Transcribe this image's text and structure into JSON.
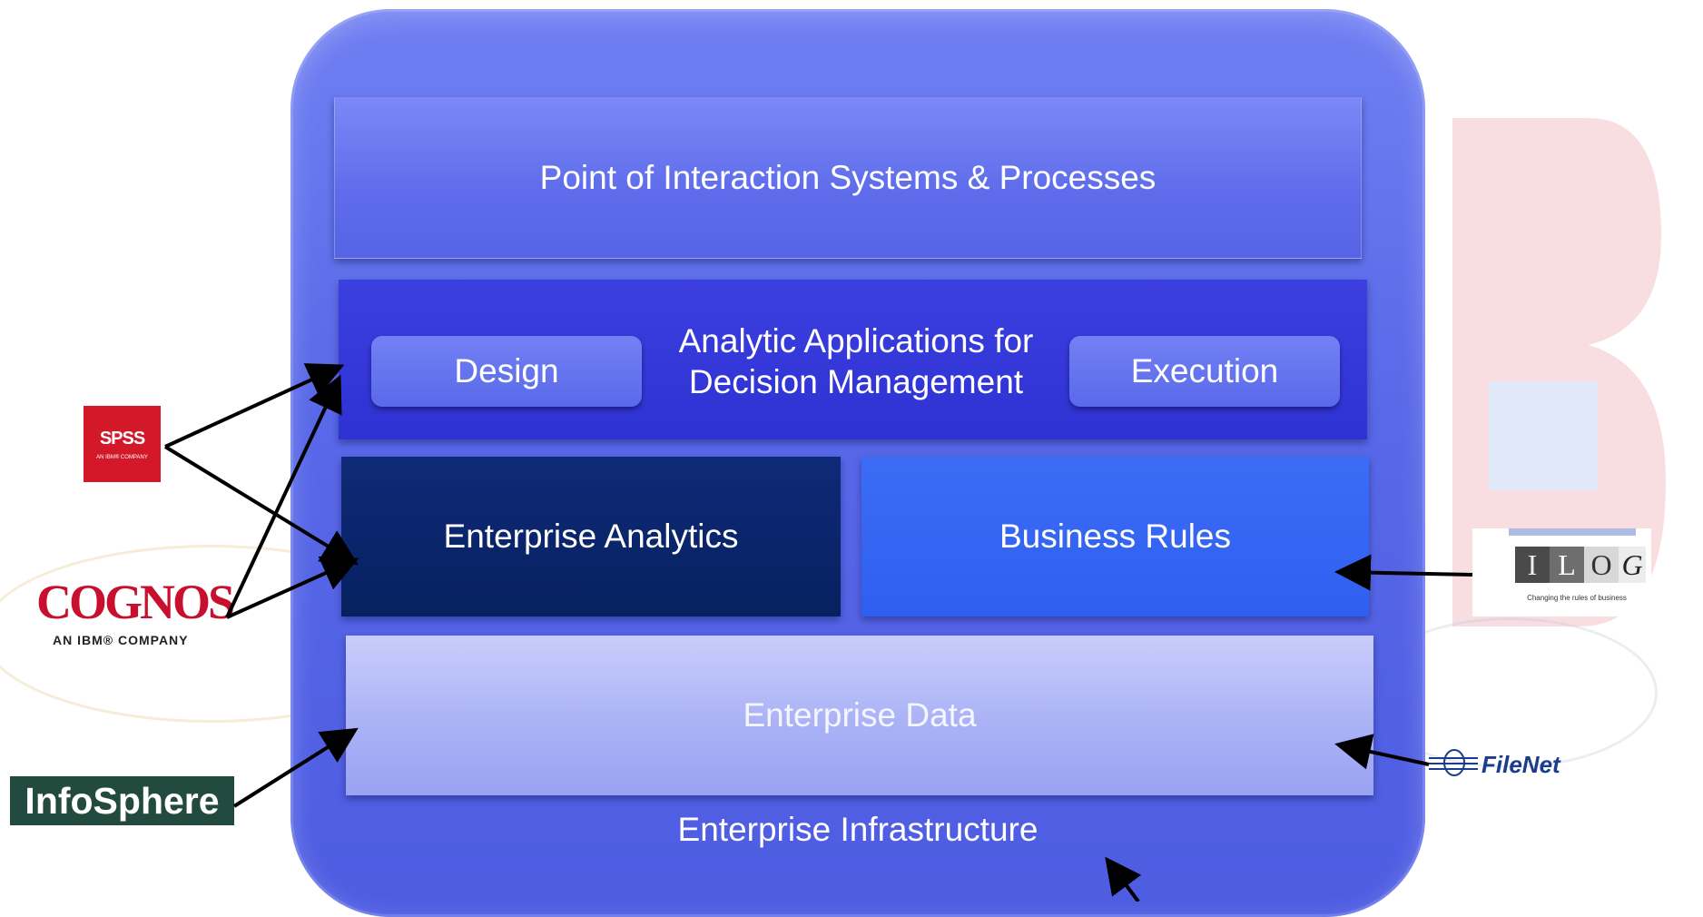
{
  "layers": {
    "point_of_interaction": "Point of Interaction Systems & Processes",
    "analytic_apps": {
      "title_line1": "Analytic Applications for",
      "title_line2": "Decision Management",
      "design": "Design",
      "execution": "Execution"
    },
    "enterprise_analytics": "Enterprise Analytics",
    "business_rules": "Business Rules",
    "enterprise_data": "Enterprise Data",
    "enterprise_infrastructure": "Enterprise Infrastructure"
  },
  "logos": {
    "spss": {
      "name": "SPSS",
      "tagline": "AN IBM® COMPANY"
    },
    "cognos": {
      "name": "COGNOS",
      "tagline": "AN IBM® COMPANY"
    },
    "infosphere": {
      "name": "InfoSphere"
    },
    "ilog": {
      "letters": [
        "I",
        "L",
        "O",
        "G"
      ],
      "tagline": "Changing the rules of business"
    },
    "filenet": {
      "name": "FileNet"
    }
  },
  "colors": {
    "outer_container": "#5a6aea",
    "point_of_interaction": "#6371ec",
    "analytic_apps": "#3437d8",
    "enterprise_analytics": "#0b255f",
    "business_rules": "#3366f2",
    "enterprise_data": "#aab2f6",
    "spss": "#d3182a",
    "cognos": "#c8102e",
    "infosphere": "#234a3e",
    "filenet": "#1a3c8c"
  }
}
